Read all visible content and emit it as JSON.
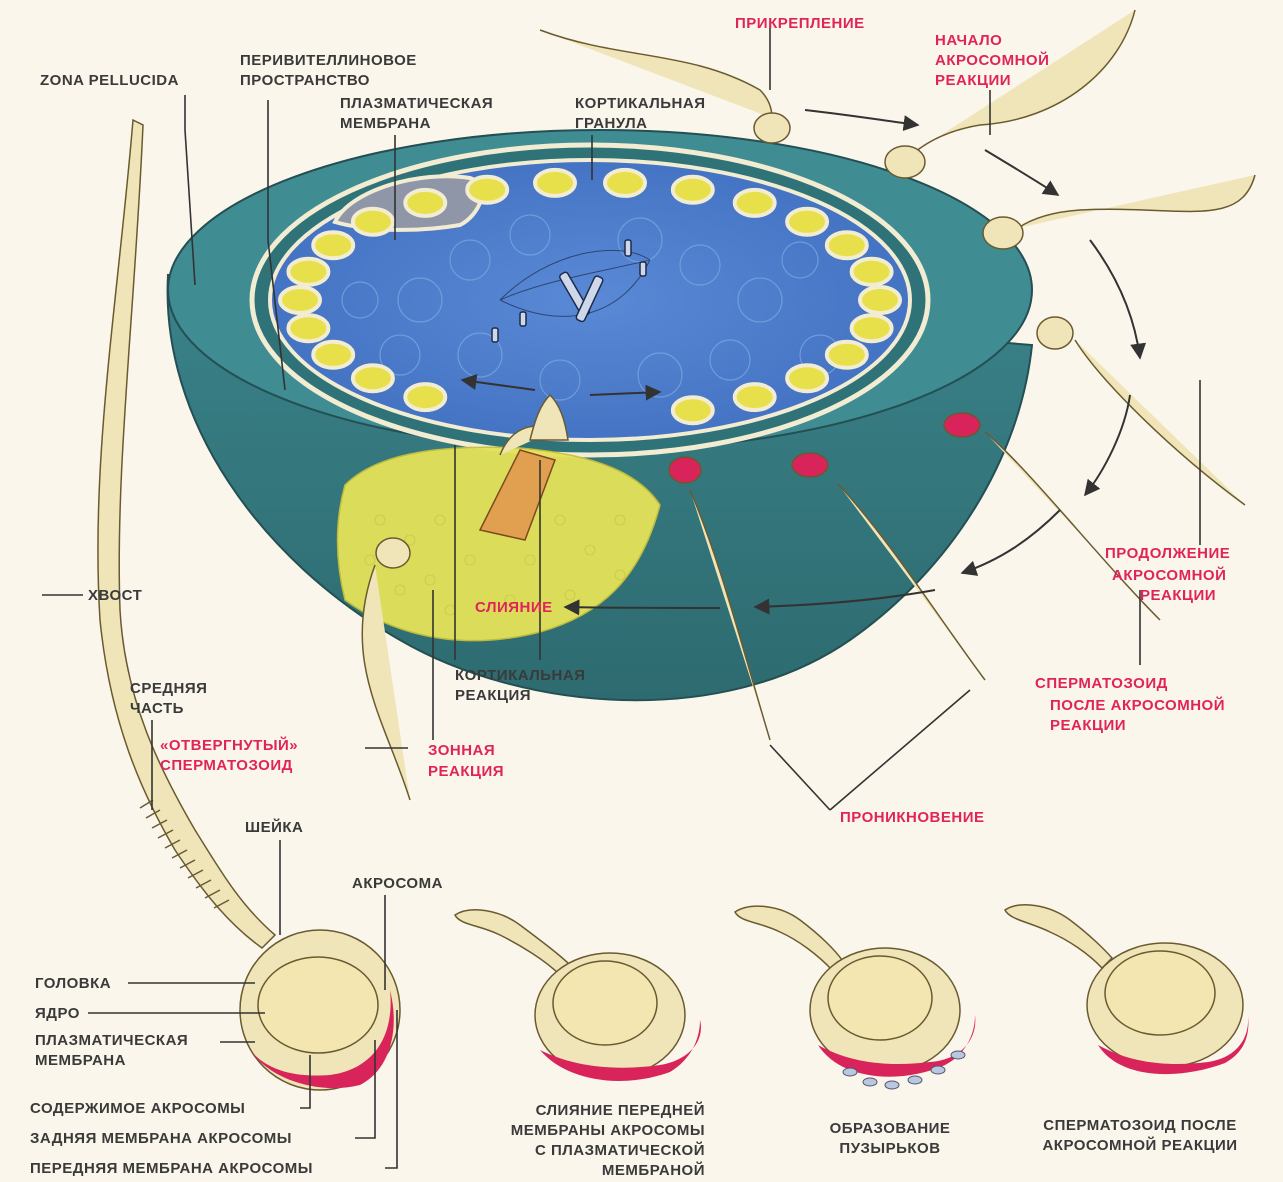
{
  "colors": {
    "background": "#fbf6ec",
    "zona": "#3f8c92",
    "zona_dark": "#2f6f74",
    "cytoplasm": "#4d7cc9",
    "granule_fill": "#e8e04a",
    "sperm_body": "#efe5b8",
    "acrosome_red": "#d8245a",
    "zona_reaction": "#e6e25a",
    "label_red": "#e0245a"
  },
  "egg_labels": {
    "zona_pellucida": "ZONA PELLUCIDA",
    "perivitelline_1": "ПЕРИВИТЕЛЛИНОВОЕ",
    "perivitelline_2": "ПРОСТРАНСТВО",
    "plasma_1": "ПЛАЗМАТИЧЕСКАЯ",
    "plasma_2": "МЕМБРАНА",
    "cortical_granule_1": "КОРТИКАЛЬНАЯ",
    "cortical_granule_2": "ГРАНУЛА",
    "attachment": "ПРИКРЕПЛЕНИЕ",
    "acrosome_start_1": "НАЧАЛО",
    "acrosome_start_2": "АКРОСОМНОЙ",
    "acrosome_start_3": "РЕАКЦИИ",
    "continuation_1": "ПРОДОЛЖЕНИЕ",
    "continuation_2": "АКРОСОМНОЙ",
    "continuation_3": "РЕАКЦИИ",
    "after_1": "СПЕРМАТОЗОИД",
    "after_2": "ПОСЛЕ АКРОСОМНОЙ",
    "after_3": "РЕАКЦИИ",
    "penetration": "ПРОНИКНОВЕНИЕ",
    "fusion": "СЛИЯНИЕ",
    "cortical_reaction_1": "КОРТИКАЛЬНАЯ",
    "cortical_reaction_2": "РЕАКЦИЯ",
    "zona_reaction_1": "ЗОННАЯ",
    "zona_reaction_2": "РЕАКЦИЯ",
    "rejected_1": "«ОТВЕРГНУТЫЙ»",
    "rejected_2": "СПЕРМАТОЗОИД"
  },
  "sperm_labels": {
    "tail": "ХВОСТ",
    "midpiece_1": "СРЕДНЯЯ",
    "midpiece_2": "ЧАСТЬ",
    "neck": "ШЕЙКА",
    "acrosome": "АКРОСОМА",
    "head": "ГОЛОВКА",
    "nucleus": "ЯДРО",
    "plasma_1": "ПЛАЗМАТИЧЕСКАЯ",
    "plasma_2": "МЕМБРАНА",
    "acrosome_content": "СОДЕРЖИМОЕ АКРОСОМЫ",
    "inner_membrane": "ЗАДНЯЯ МЕМБРАНА АКРОСОМЫ",
    "outer_membrane": "ПЕРЕДНЯЯ МЕМБРАНА АКРОСОМЫ"
  },
  "stages": [
    {
      "line1": "СЛИЯНИЕ ПЕРЕДНЕЙ",
      "line2": "МЕМБРАНЫ АКРОСОМЫ",
      "line3": "С ПЛАЗМАТИЧЕСКОЙ",
      "line4": "МЕМБРАНОЙ"
    },
    {
      "line1": "ОБРАЗОВАНИЕ",
      "line2": "ПУЗЫРЬКОВ"
    },
    {
      "line1": "СПЕРМАТОЗОИД ПОСЛЕ",
      "line2": "АКРОСОМНОЙ РЕАКЦИИ"
    }
  ]
}
